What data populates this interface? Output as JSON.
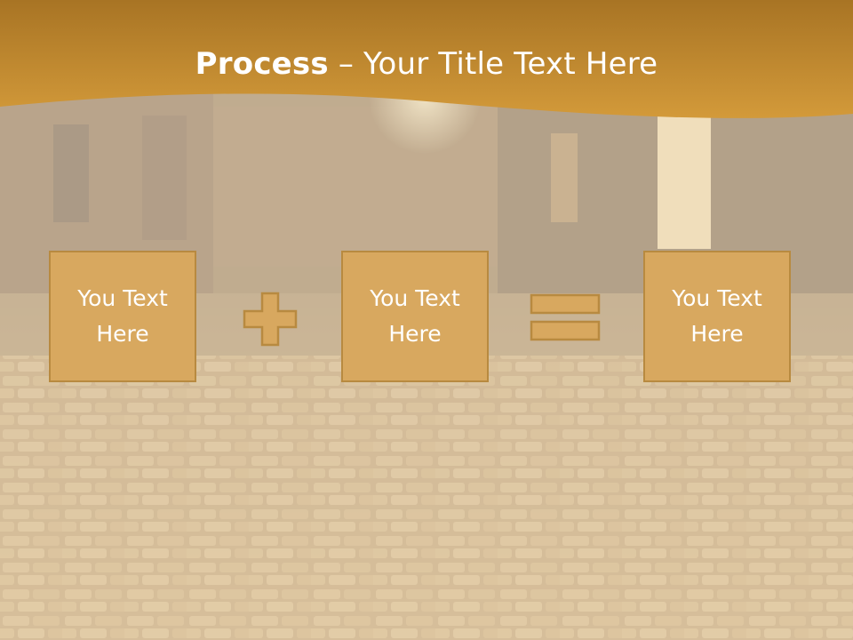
{
  "slide": {
    "title_bold": "Process",
    "title_separator": " – ",
    "title_rest": "Your Title Text Here"
  },
  "process": {
    "steps": [
      {
        "text": "You Text Here"
      },
      {
        "text": "You Text Here"
      },
      {
        "text": "You Text Here"
      }
    ],
    "operators": [
      "plus-icon",
      "equals-icon"
    ]
  },
  "colors": {
    "header_bar": "#b07c22",
    "box_fill": "#d8a85f",
    "box_border": "#b88a40",
    "title_text": "#ffffff"
  }
}
